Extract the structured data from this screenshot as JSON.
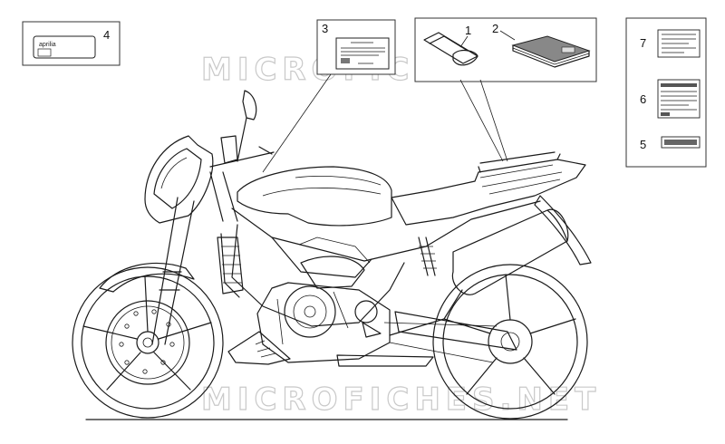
{
  "watermarks": [
    "MICROFICHES.NET",
    "MICROFICHES.NET"
  ],
  "callouts": {
    "c1": "1",
    "c2": "2",
    "c3": "3",
    "c4": "4",
    "c5": "5",
    "c6": "6",
    "c7": "7"
  },
  "decal_text": {
    "brand": "aprilia"
  }
}
